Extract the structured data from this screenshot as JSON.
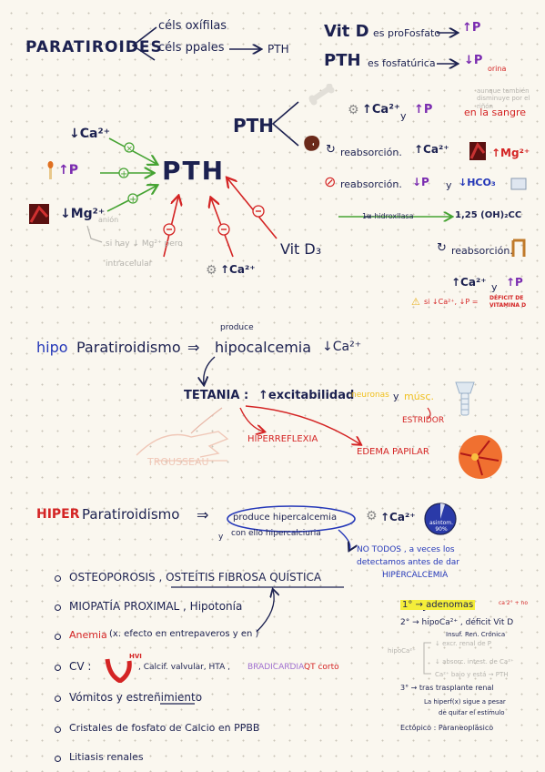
{
  "top": {
    "title": "PARATIROIDES",
    "cells1": "céls oxífilas",
    "cells2": "céls ppales",
    "pth_small": "PTH",
    "vitd_label": "Vit D",
    "vitd_text": "es proFosfato",
    "vitd_result": "↑P",
    "pth_label": "PTH",
    "pth_text": "es fosfatúrica",
    "pth_result": "↓P",
    "pth_result_sub": "orina"
  },
  "pth_effects": {
    "pth": "PTH",
    "bone_ca": "↑Ca²⁺",
    "y": "y",
    "p_up": "↑P",
    "sangre": "en la sangre",
    "sangre_note": "aunque también disminuye por el riñón",
    "kidney1": "reabsorción.",
    "kidney1_ca": "↑Ca²⁺",
    "kidney1_mg": "↑Mg²⁺",
    "kidney2": "reabsorción.",
    "kidney2_p": "↓P",
    "kidney2_y": "y",
    "kidney2_hco3": "↓HCO₃",
    "hydroxylase": "1α-hidroxilasa",
    "vit_d_active": "1,25 (OH)₂CC",
    "intestine": "reabsorción.",
    "int_ca": "↑Ca²⁺",
    "int_y": "y",
    "int_p": "↑P",
    "warning": "si ↓Ca²⁺, ↓P =",
    "deficit": "DÉFICIT DE VITAMINA D"
  },
  "regulation": {
    "pth": "PTH",
    "ca_low": "↓Ca²⁺",
    "p_up": "↑P",
    "mg_low": "↓Mg²⁺",
    "mg_note": "anión",
    "mg_note2": "si hay ↓ Mg²⁺ pero",
    "mg_note3": "intracelular",
    "ca_high": "↑Ca²⁺",
    "vitd3": "Vit D₃"
  },
  "hypo": {
    "prefix": "hipo",
    "title": "Paratiroidismo",
    "arrow": "⇒",
    "produce": "produce",
    "hipocalcemia": "hipocalcemia",
    "ca": "↓Ca²⁺",
    "tetania": "TETANIA :",
    "excit": "↑excitabilidad",
    "neuronas": "neuronas",
    "y": "y",
    "musc": "músc.",
    "estridor": "ESTRIDOR",
    "hiperreflexia": "HIPERREFLEXIA",
    "edema": "EDEMA PAPILAR",
    "trousseau": "TROUSSEAU"
  },
  "hiper": {
    "prefix": "HIPER",
    "title": "Paratiroidismo",
    "arrow": "⇒",
    "produce": "produce hipercalcemia",
    "y": "y",
    "con_ello": "con ello hipercalciuria",
    "ca": "↑Ca²⁺",
    "asintom": "asintom. 90%",
    "no_todos1": "NO TODOS , a veces los",
    "no_todos2": "detectamos antes de dar",
    "no_todos3": "HIPERCALCEMIA",
    "bullets": [
      "OSTEOPOROSIS , OSTEÍTIS FIBROSA QUÍSTICA",
      "MIOPATÍA PROXIMAL , Hipotonía",
      "(x. efecto en entrepaveros y en )",
      "CV :",
      "Vómitos y estreñimiento",
      "Cristales de fosfato de Calcio en PPBB",
      "Litiasis renales"
    ],
    "anemia": "Anemia",
    "hvi": "HVI",
    "cv_text": ", Calcif. valvular, HTA ,",
    "bradicardia": "BRADICARDIA",
    "qt": "QT corto",
    "causes": {
      "c1": "1° → adenomas",
      "c1_note": "ca 2° + no",
      "c2": "2° → hipoCa²⁺ , déficit Vit D",
      "c2_sub": "Insuf. Ren. Crónica",
      "c2_note1": "hipoCa²⁺",
      "c2_note2": "↓ excr. renal de P",
      "c2_note3": "↓ absorc. intest. de Ca²⁺",
      "c2_note4": "Ca²⁺ bajo y está → PTH",
      "c3": "3° → tras trasplante renal",
      "c3_sub1": "La hiperf(x) sigue a pesar",
      "c3_sub2": "de quitar el estímulo",
      "ectopico": "Ectópico : Paraneoplásico"
    }
  },
  "colors": {
    "navy": "#1c2150",
    "blue": "#2437b8",
    "red": "#d42424",
    "green": "#45a332",
    "yellow": "#f4ee3a",
    "purple": "#7a2bb0",
    "grey": "#b5b3ad"
  }
}
